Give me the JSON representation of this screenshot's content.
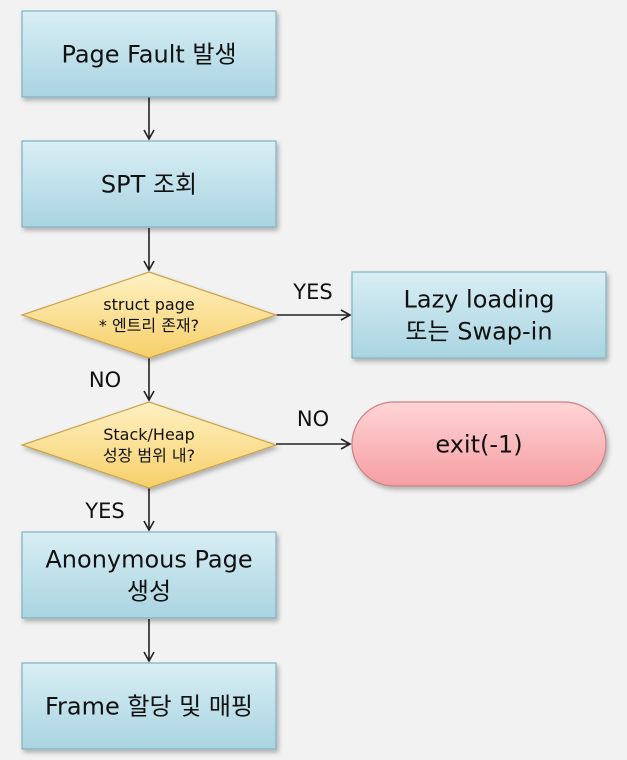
{
  "nodes": {
    "page_fault": {
      "lines": [
        "Page Fault 발생"
      ]
    },
    "spt_lookup": {
      "lines": [
        "SPT 조회"
      ]
    },
    "entry_check": {
      "lines": [
        "struct page",
        "* 엔트리 존재?"
      ]
    },
    "lazy_load": {
      "lines": [
        "Lazy loading",
        "또는 Swap-in"
      ]
    },
    "stack_heap_check": {
      "lines": [
        "Stack/Heap",
        "성장 범위 내?"
      ]
    },
    "exit": {
      "lines": [
        "exit(-1)"
      ]
    },
    "anon_page": {
      "lines": [
        "Anonymous Page",
        "생성"
      ]
    },
    "frame_map": {
      "lines": [
        "Frame 할당 및 매핑"
      ]
    }
  },
  "edge_labels": {
    "entry_yes": "YES",
    "entry_no": "NO",
    "stack_no": "NO",
    "stack_yes": "YES"
  },
  "colors": {
    "process_fill_top": "#d8eef4",
    "process_fill_bottom": "#a9d4e1",
    "process_stroke": "#7fb2c2",
    "decision_fill_top": "#fff1c4",
    "decision_fill_bottom": "#f6cf68",
    "decision_stroke": "#c9a448",
    "terminal_fill_top": "#ffd4d6",
    "terminal_fill_bottom": "#f59ea2",
    "terminal_stroke": "#c98285",
    "arrow": "#222222"
  }
}
